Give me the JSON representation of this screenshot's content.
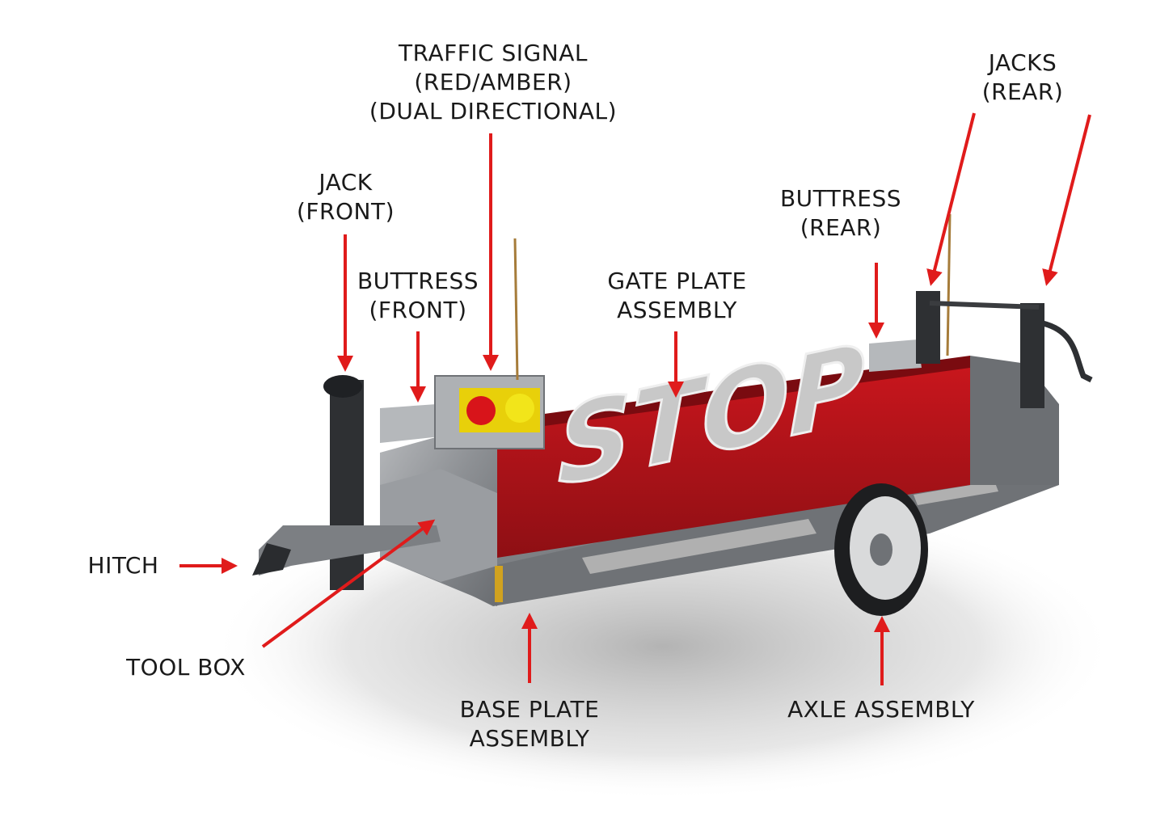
{
  "labels": {
    "traffic_signal": [
      "TRAFFIC SIGNAL",
      "(RED/AMBER)",
      "(DUAL DIRECTIONAL)"
    ],
    "jacks_rear": [
      "JACKS",
      "(REAR)"
    ],
    "jack_front": [
      "JACK",
      "(FRONT)"
    ],
    "buttress_rear": [
      "BUTTRESS",
      "(REAR)"
    ],
    "buttress_front": [
      "BUTTRESS",
      "(FRONT)"
    ],
    "gate_plate": [
      "GATE PLATE",
      "ASSEMBLY"
    ],
    "hitch": "HITCH",
    "tool_box": "TOOL BOX",
    "base_plate": [
      "BASE PLATE",
      "ASSEMBLY"
    ],
    "axle": "AXLE ASSEMBLY"
  },
  "gate_text": "STOP",
  "colors": {
    "arrow": "#e01b1b",
    "gate_red": "#b3141a",
    "signal_red": "#d8141a",
    "signal_amber": "#f2e51a",
    "steel": "#8d9094",
    "dark_steel": "#3a3c3f"
  }
}
